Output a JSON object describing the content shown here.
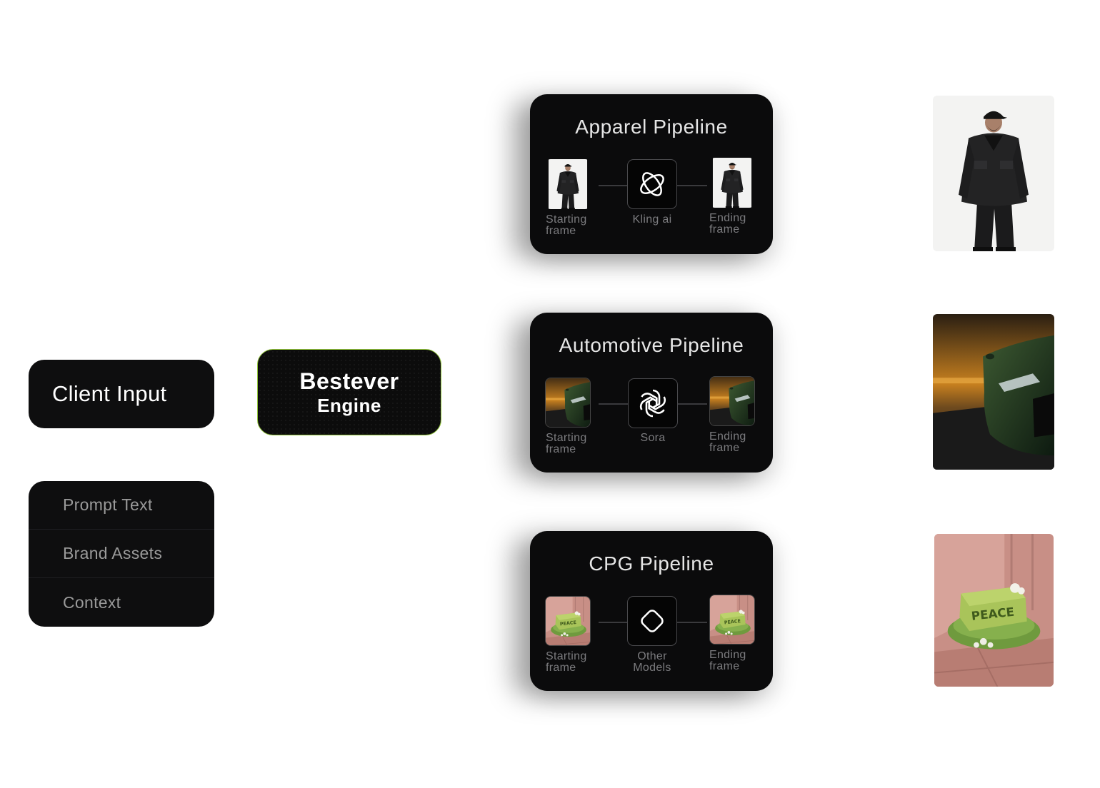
{
  "client_input": {
    "title": "Client Input"
  },
  "inputs": [
    "Prompt Text",
    "Brand Assets",
    "Context"
  ],
  "engine": {
    "line1": "Bestever",
    "line2": "Engine",
    "accent_color": "#8fc23a"
  },
  "pipelines": [
    {
      "title": "Apparel Pipeline",
      "start_caption": [
        "Starting",
        "frame"
      ],
      "model_caption": [
        "Kling ai"
      ],
      "end_caption": [
        "Ending",
        "frame"
      ],
      "model_icon": "kling-logo-icon",
      "thumbnail": "man-in-black-jacket"
    },
    {
      "title": "Automotive Pipeline",
      "start_caption": [
        "Starting",
        "frame"
      ],
      "model_caption": [
        "Sora"
      ],
      "end_caption": [
        "Ending",
        "frame"
      ],
      "model_icon": "openai-logo-icon",
      "thumbnail": "green-car-tunnel"
    },
    {
      "title": "CPG Pipeline",
      "start_caption": [
        "Starting",
        "frame"
      ],
      "model_caption": [
        "Other",
        "Models"
      ],
      "end_caption": [
        "Ending",
        "frame"
      ],
      "model_icon": "rounded-diamond-icon",
      "thumbnail": "green-soap-bar",
      "soap_text": "PEACE"
    }
  ]
}
